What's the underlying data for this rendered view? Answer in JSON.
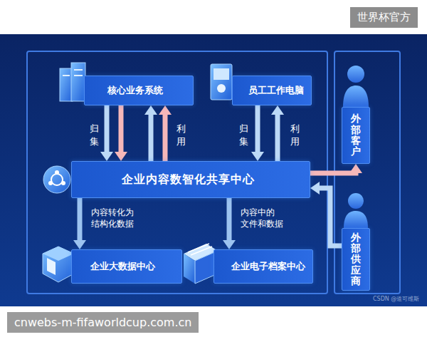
{
  "diagram": {
    "nodes": [
      {
        "text": [
          "核心业务系统"
        ]
      },
      {
        "text": [
          "员工工作电脑"
        ]
      },
      {
        "text": [
          "企业内容数智化共享中心"
        ]
      },
      {
        "text": [
          "外部客户"
        ]
      },
      {
        "text": [
          "外部供应商"
        ]
      },
      {
        "text": [
          "企业大数据中心"
        ]
      },
      {
        "text": [
          "企业电子档案中心"
        ]
      }
    ],
    "edges": [
      {
        "from": 0,
        "to": 2,
        "label": "归集",
        "arrow": "to"
      },
      {
        "from": 0,
        "to": 2,
        "arrow": "to"
      },
      {
        "from": 2,
        "to": 0,
        "label": "利用",
        "arrow": "to"
      },
      {
        "from": 2,
        "to": 0,
        "arrow": "to"
      },
      {
        "from": 1,
        "to": 2,
        "label": "归集",
        "arrow": "to"
      },
      {
        "from": 2,
        "to": 1,
        "label": "利用",
        "arrow": "to"
      },
      {
        "from": 2,
        "to": 5,
        "label": "内容转化为 结构化数据",
        "arrow": "to"
      },
      {
        "from": 2,
        "to": 6,
        "label": "内容中的 文件和数据",
        "arrow": "to"
      },
      {
        "from": 2,
        "to": 3,
        "arrow": "to"
      },
      {
        "from": 4,
        "to": 2,
        "arrow": "to"
      }
    ],
    "labels": [
      "世界杯官方",
      "CSDN @道可维斯",
      "cnwebs-m-fifaworldcup.com.cn"
    ]
  }
}
